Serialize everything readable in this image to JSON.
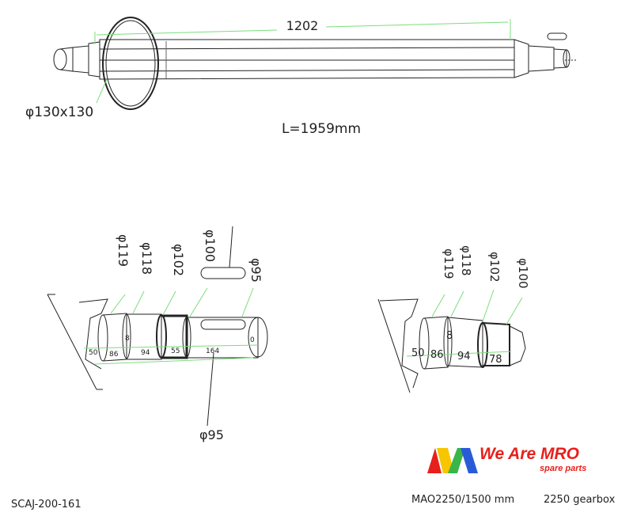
{
  "top_shaft": {
    "length_dim": "1202",
    "square_dim": "φ130x130",
    "total_length": "L=1959mm"
  },
  "left_detail": {
    "diameters": [
      "φ119",
      "φ118",
      "φ102",
      "φ100",
      "φ95"
    ],
    "segments": [
      "50",
      "86",
      "94",
      "55",
      "164"
    ],
    "inner_mark": "8",
    "end_mark": "0",
    "bottom_diameter": "φ95"
  },
  "right_detail": {
    "diameters": [
      "φ119",
      "φ118",
      "φ102",
      "φ100"
    ],
    "segments": [
      "50",
      "86",
      "94",
      "78"
    ],
    "inner_mark": "8"
  },
  "footer": {
    "part_code": "SCAJ-200-161",
    "model": "MAO2250/1500  mm",
    "gearbox": "2250 gearbox"
  },
  "logo": {
    "name": "We Are MRO",
    "tagline": "spare parts",
    "colors": {
      "text": "#e8201c",
      "m_blue": "#2a5bd7",
      "m_green": "#39b54a",
      "m_yellow": "#f7c600",
      "m_red": "#e8201c"
    }
  },
  "colors": {
    "line": "#222222",
    "dim_line": "#7ddc7d"
  }
}
